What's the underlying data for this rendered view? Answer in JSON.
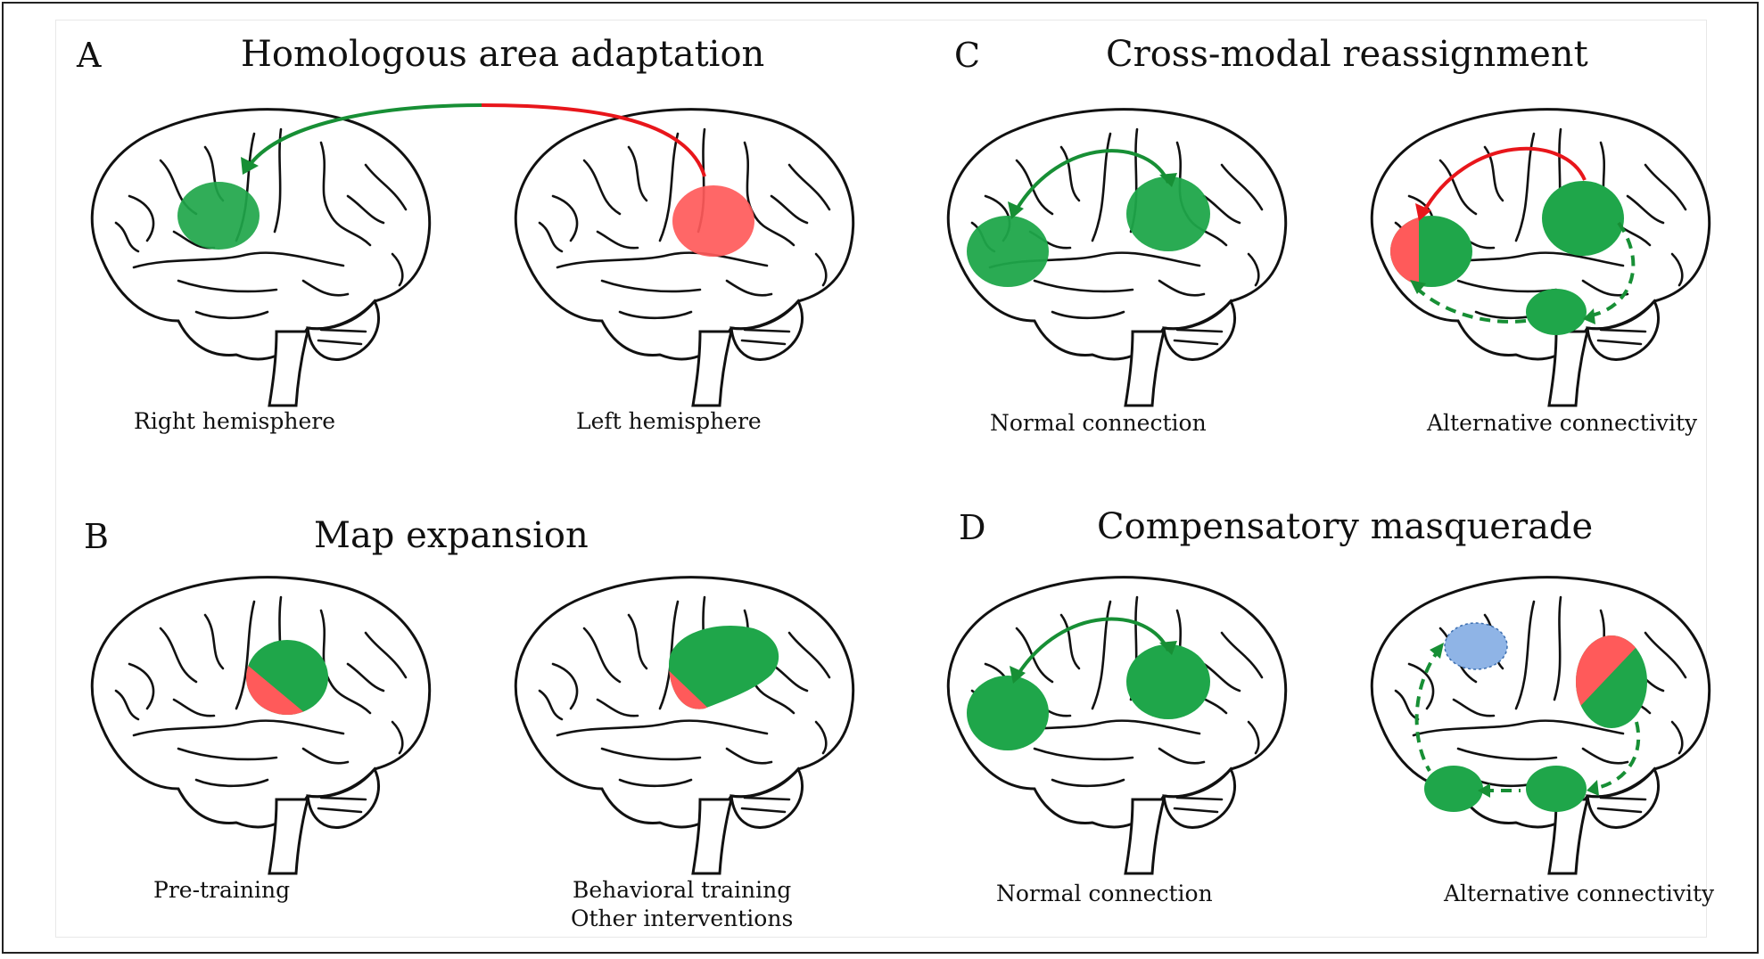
{
  "colors": {
    "affected": "#ff5a5a",
    "arrow_red": "#e8161b",
    "healthy": "#1fa64a",
    "arrow_green": "#178f35",
    "alt_region": "#8fb4e6",
    "outline": "#111111"
  },
  "panels": {
    "a": {
      "letter": "A",
      "title": "Homologous area adaptation",
      "captions": [
        "Right hemisphere",
        "Left hemisphere"
      ]
    },
    "b": {
      "letter": "B",
      "title": "Map expansion",
      "captions": [
        "Pre-training",
        "Behavioral training",
        "Other interventions"
      ]
    },
    "c": {
      "letter": "C",
      "title": "Cross-modal reassignment",
      "captions": [
        "Normal connection",
        "Alternative connectivity"
      ]
    },
    "d": {
      "letter": "D",
      "title": "Compensatory masquerade",
      "captions": [
        "Normal connection",
        "Alternative connectivity"
      ]
    }
  }
}
